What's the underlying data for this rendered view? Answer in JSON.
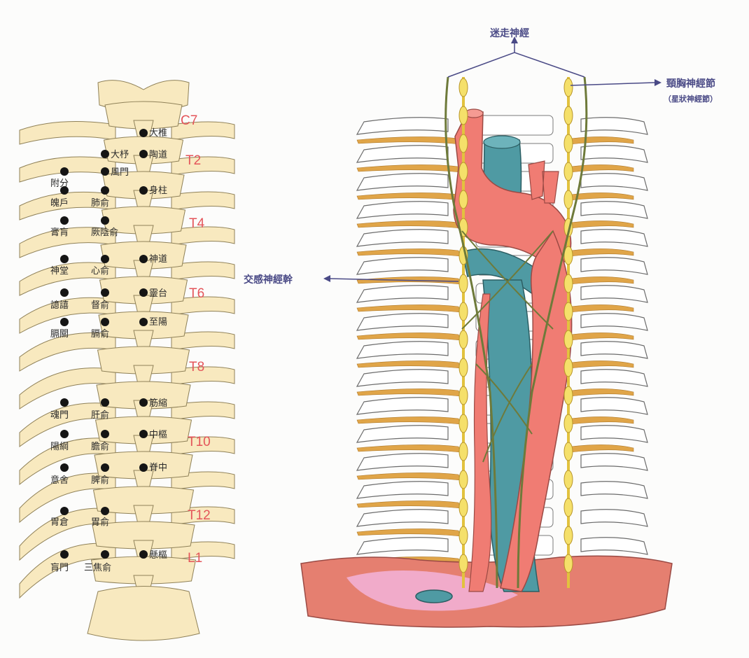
{
  "left_diagram": {
    "vertebra_labels": [
      {
        "text": "C7"
      },
      {
        "text": "T2"
      },
      {
        "text": "T4"
      },
      {
        "text": "T6"
      },
      {
        "text": "T8"
      },
      {
        "text": "T10"
      },
      {
        "text": "T12"
      },
      {
        "text": "L1"
      }
    ],
    "points": [
      {
        "label": "大椎"
      },
      {
        "label": "大杼"
      },
      {
        "label": "陶道"
      },
      {
        "label": "風門"
      },
      {
        "label": "附分"
      },
      {
        "label": "身柱"
      },
      {
        "label": "魄戶"
      },
      {
        "label": "肺俞"
      },
      {
        "label": "膏肓"
      },
      {
        "label": "厥陰俞"
      },
      {
        "label": "神道"
      },
      {
        "label": "神堂"
      },
      {
        "label": "心俞"
      },
      {
        "label": "靈台"
      },
      {
        "label": "譩譆"
      },
      {
        "label": "督俞"
      },
      {
        "label": "至陽"
      },
      {
        "label": "膈關"
      },
      {
        "label": "膈俞"
      },
      {
        "label": "筋縮"
      },
      {
        "label": "魂門"
      },
      {
        "label": "肝俞"
      },
      {
        "label": "中樞"
      },
      {
        "label": "陽綱"
      },
      {
        "label": "膽俞"
      },
      {
        "label": "脊中"
      },
      {
        "label": "意舍"
      },
      {
        "label": "脾俞"
      },
      {
        "label": "胃倉"
      },
      {
        "label": "胃俞"
      },
      {
        "label": "懸樞"
      },
      {
        "label": "肓門"
      },
      {
        "label": "三焦俞"
      }
    ]
  },
  "right_diagram": {
    "annotations": {
      "vagus": "迷走神經",
      "cervicothoracic": "頸胸神經節",
      "stellate": "（星狀神經節）",
      "sympathetic_trunk": "交感神經幹"
    }
  },
  "colors": {
    "bone": "#f8e9bf",
    "vertebra_label": "#e4555a",
    "aorta": "#f07c73",
    "vein": "#4f9aa3",
    "nerve_trunk": "#f5e06a",
    "annotation": "#4a4a86"
  }
}
